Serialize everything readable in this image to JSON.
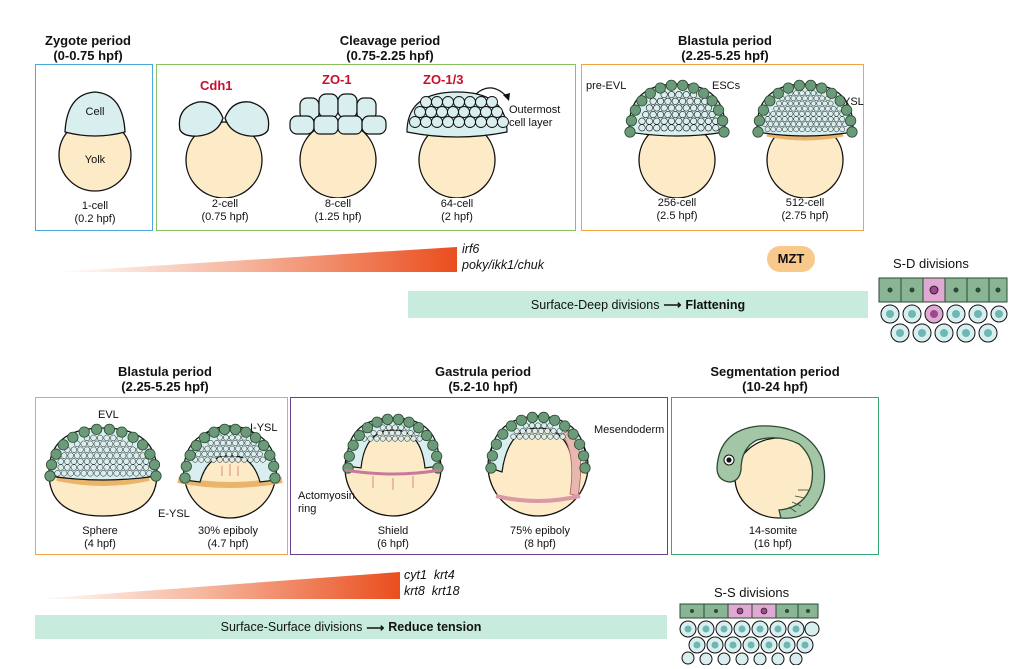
{
  "top": {
    "zygote": {
      "title": "Zygote period",
      "range": "(0-0.75 hpf)",
      "cell_label": "Cell",
      "yolk_label": "Yolk",
      "stage": "1-cell",
      "time": "(0.2 hpf)"
    },
    "cleavage": {
      "title": "Cleavage period",
      "range": "(0.75-2.25 hpf)",
      "proteins": [
        "Cdh1",
        "ZO-1",
        "ZO-1/3"
      ],
      "stages": [
        {
          "name": "2-cell",
          "time": "(0.75 hpf)"
        },
        {
          "name": "8-cell",
          "time": "(1.25 hpf)"
        },
        {
          "name": "64-cell",
          "time": "(2 hpf)"
        }
      ],
      "outermost_note": [
        "Outermost",
        "cell layer"
      ]
    },
    "blastula": {
      "title": "Blastula period",
      "range": "(2.25-5.25 hpf)",
      "labels": {
        "pre_evl": "pre-EVL",
        "escs": "ESCs",
        "ysl": "YSL"
      },
      "stages": [
        {
          "name": "256-cell",
          "time": "(2.5 hpf)"
        },
        {
          "name": "512-cell",
          "time": "(2.75 hpf)"
        }
      ]
    },
    "genes": [
      "irf6",
      "poky/ikk1/chuk"
    ],
    "mzt": "MZT",
    "bar": {
      "text": "Surface-Deep divisions",
      "result": "Flattening"
    },
    "inset_title": "S-D divisions"
  },
  "bottom": {
    "blastula": {
      "title": "Blastula period",
      "range": "(2.25-5.25 hpf)",
      "labels": {
        "evl": "EVL",
        "iysl": "I-YSL",
        "eysl": "E-YSL"
      },
      "stages": [
        {
          "name": "Sphere",
          "time": "(4 hpf)"
        },
        {
          "name": "30% epiboly",
          "time": "(4.7 hpf)"
        }
      ]
    },
    "gastrula": {
      "title": "Gastrula period",
      "range": "(5.2-10 hpf)",
      "labels": {
        "actomyosin": [
          "Actomyosin",
          "ring"
        ],
        "mesendoderm": "Mesendoderm"
      },
      "stages": [
        {
          "name": "Shield",
          "time": "(6 hpf)"
        },
        {
          "name": "75% epiboly",
          "time": "(8 hpf)"
        }
      ]
    },
    "segmentation": {
      "title": "Segmentation period",
      "range": "(10-24 hpf)",
      "stage": {
        "name": "14-somite",
        "time": "(16 hpf)"
      }
    },
    "genes": [
      [
        "cyt1",
        "krt4"
      ],
      [
        "krt8",
        "krt18"
      ]
    ],
    "bar": {
      "text": "Surface-Surface divisions",
      "result": "Reduce tension"
    },
    "inset_title": "S-S divisions"
  },
  "colors": {
    "cell_fill": "#d9efef",
    "yolk_fill": "#fdebc8",
    "evl_green": "#6b9a78",
    "ysl_orange": "#e9b56b",
    "bar_green": "#c7ebdd",
    "protein_red": "#c8102e",
    "box_blue": "#4aa7e0",
    "box_green": "#8cc063",
    "box_orange": "#f0a444",
    "box_purple": "#6a3d8f",
    "box_teal": "#35a874",
    "pink_cell": "#e2a8d4"
  }
}
